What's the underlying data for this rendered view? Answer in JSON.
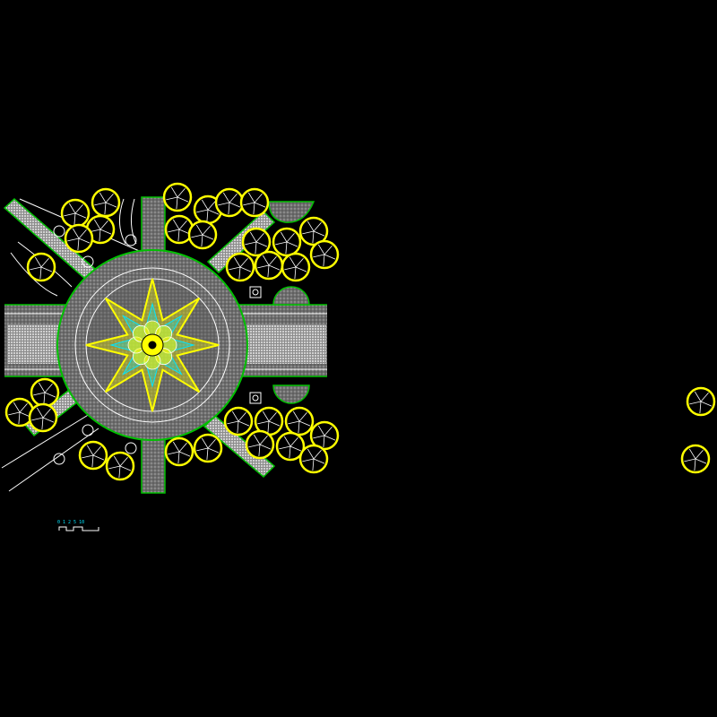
{
  "drawing": {
    "background": "#000000",
    "colors": {
      "tree": "#ffff00",
      "paving": "#8a8a8a",
      "edge": "#00c000",
      "star": "#ffff00",
      "star_inner": "#00e5ff",
      "line": "#ffffff",
      "scale": "#00e5ff"
    }
  },
  "scale_bar": {
    "ticks": [
      "0",
      "1",
      "2",
      "5",
      "10"
    ]
  }
}
